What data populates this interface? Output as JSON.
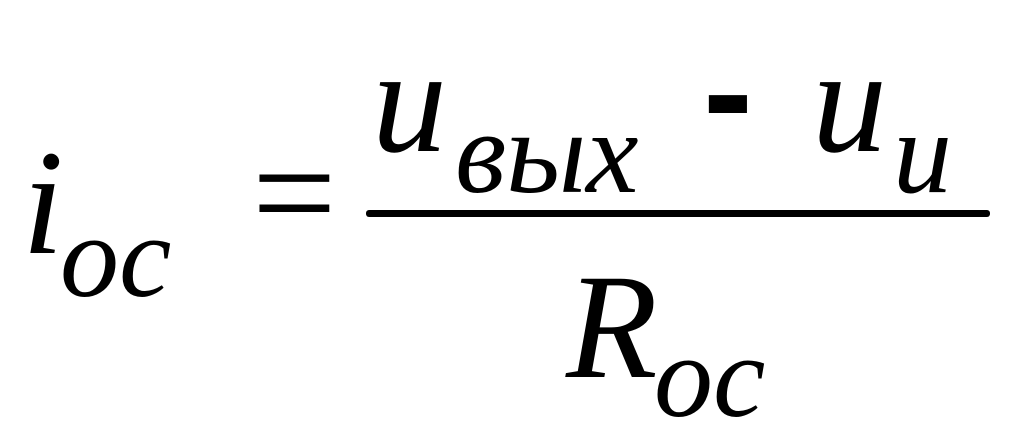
{
  "formula": {
    "lhs": {
      "symbol": "i",
      "subscript": "ос"
    },
    "equals": "=",
    "numerator": {
      "term1": {
        "symbol": "u",
        "subscript": "вых"
      },
      "operator": "-",
      "term2": {
        "symbol": "u",
        "subscript": "и"
      }
    },
    "denominator": {
      "symbol": "R",
      "subscript": "ос"
    }
  }
}
